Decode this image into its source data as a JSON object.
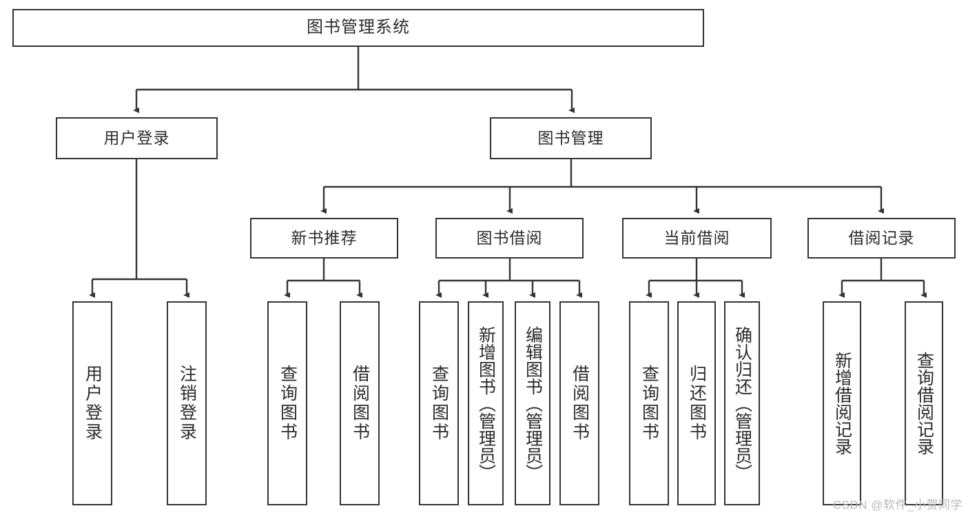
{
  "diagram": {
    "title": "图书管理系统",
    "type": "tree",
    "nodes": {
      "root": {
        "label": "图书管理系统"
      },
      "level2": [
        {
          "id": "user-login",
          "label": "用户登录"
        },
        {
          "id": "book-manage",
          "label": "图书管理"
        }
      ],
      "level3": [
        {
          "id": "new-book-recommend",
          "label": "新书推荐"
        },
        {
          "id": "book-borrow",
          "label": "图书借阅"
        },
        {
          "id": "current-borrow",
          "label": "当前借阅"
        },
        {
          "id": "borrow-record",
          "label": "借阅记录"
        }
      ],
      "leaves": {
        "user-login": [
          {
            "id": "leaf-user-login",
            "label": "用户登录"
          },
          {
            "id": "leaf-user-logout",
            "label": "注销登录"
          }
        ],
        "new-book-recommend": [
          {
            "id": "leaf-query-book-1",
            "label": "查询图书"
          },
          {
            "id": "leaf-borrow-book-1",
            "label": "借阅图书"
          }
        ],
        "book-borrow": [
          {
            "id": "leaf-query-book-2",
            "label": "查询图书"
          },
          {
            "id": "leaf-add-book",
            "label": "新增图书（管理员）"
          },
          {
            "id": "leaf-edit-book",
            "label": "编辑图书（管理员）"
          },
          {
            "id": "leaf-borrow-book-2",
            "label": "借阅图书"
          }
        ],
        "current-borrow": [
          {
            "id": "leaf-query-book-3",
            "label": "查询图书"
          },
          {
            "id": "leaf-return-book",
            "label": "归还图书"
          },
          {
            "id": "leaf-confirm-return",
            "label": "确认归还（管理员）"
          }
        ],
        "borrow-record": [
          {
            "id": "leaf-add-record",
            "label": "新增借阅记录"
          },
          {
            "id": "leaf-query-record",
            "label": "查询借阅记录"
          }
        ]
      }
    },
    "colors": {
      "box_border": "#333333",
      "box_fill": "#ffffff",
      "text": "#2b2b2b",
      "connector": "#333333",
      "watermark": "#b9b9b9",
      "background": "#ffffff"
    }
  },
  "watermark": {
    "text": "CSDN @软件_小贺同学"
  }
}
